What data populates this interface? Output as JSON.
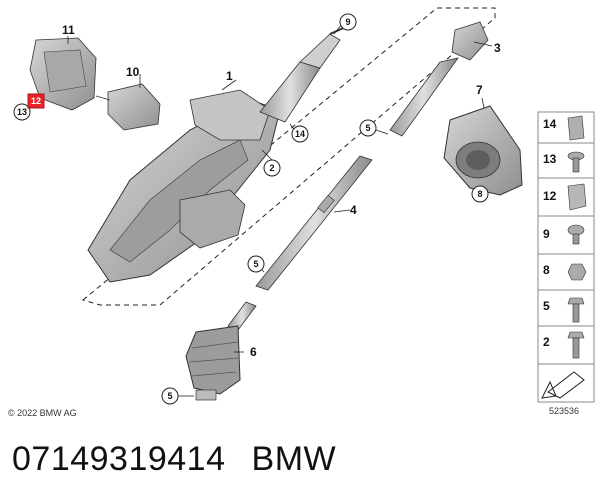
{
  "diagram": {
    "callouts": {
      "c1": "1",
      "c2": "2",
      "c3": "3",
      "c4": "4",
      "c5a": "5",
      "c5b": "5",
      "c5c": "5",
      "c6": "6",
      "c7": "7",
      "c8": "8",
      "c9": "9",
      "c10": "10",
      "c11": "11",
      "c12": "12",
      "c13": "13",
      "c14": "14"
    },
    "legend": [
      "14",
      "13",
      "12",
      "9",
      "8",
      "5",
      "2"
    ],
    "copyright": "© 2022 BMW AG",
    "drawing_number": "523536"
  },
  "footer": {
    "part_number": "07149319414",
    "brand": "BMW"
  },
  "colors": {
    "highlight": "#e8232a",
    "ink": "#1a1a1a",
    "part_fill": "#b9b9b9"
  }
}
